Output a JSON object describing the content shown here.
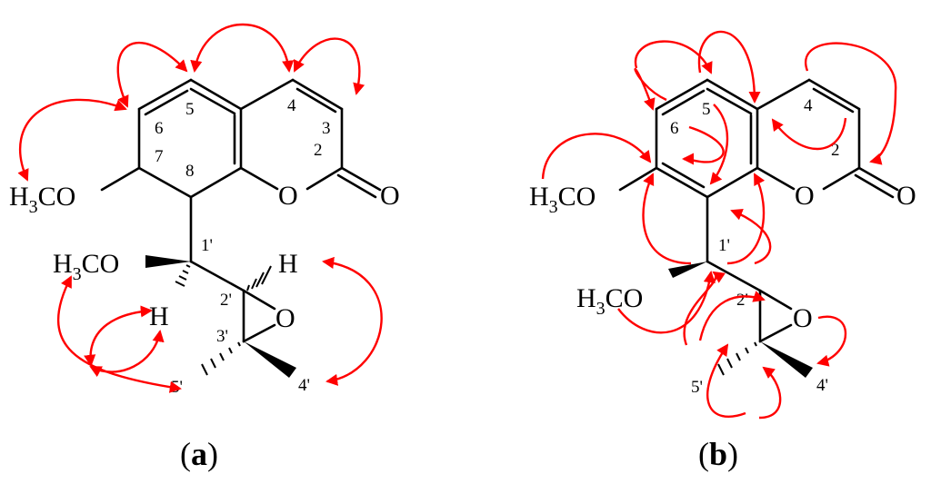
{
  "figure": {
    "arrow_color": "#ff0000",
    "bond_color": "#000000",
    "panel_a": {
      "caption_open": "(",
      "caption_letter": "a",
      "caption_close": ")",
      "group_methoxy_ring": "H3CO",
      "group_methoxy_side": "H3CO",
      "atom_O_ring": "O",
      "atom_O_carbonyl": "O",
      "atom_O_epoxide": "O",
      "atom_H_epoxide": "H",
      "atom_H_side": "H",
      "positions": {
        "p2": "2",
        "p3": "3",
        "p4": "4",
        "p5": "5",
        "p6": "6",
        "p7": "7",
        "p8": "8",
        "p1p": "1'",
        "p2p": "2'",
        "p3p": "3'",
        "p4p": "4'",
        "p5p": "5'"
      }
    },
    "panel_b": {
      "caption_open": "(",
      "caption_letter": "b",
      "caption_close": ")",
      "group_methoxy_ring": "H3CO",
      "group_methoxy_side": "H3CO",
      "atom_O_ring": "O",
      "atom_O_carbonyl": "O",
      "atom_O_epoxide": "O",
      "positions": {
        "p2": "2",
        "p4": "4",
        "p5": "5",
        "p6": "6",
        "p1p": "1'",
        "p2p": "2'",
        "p4p": "4'",
        "p5p": "5'"
      }
    }
  }
}
